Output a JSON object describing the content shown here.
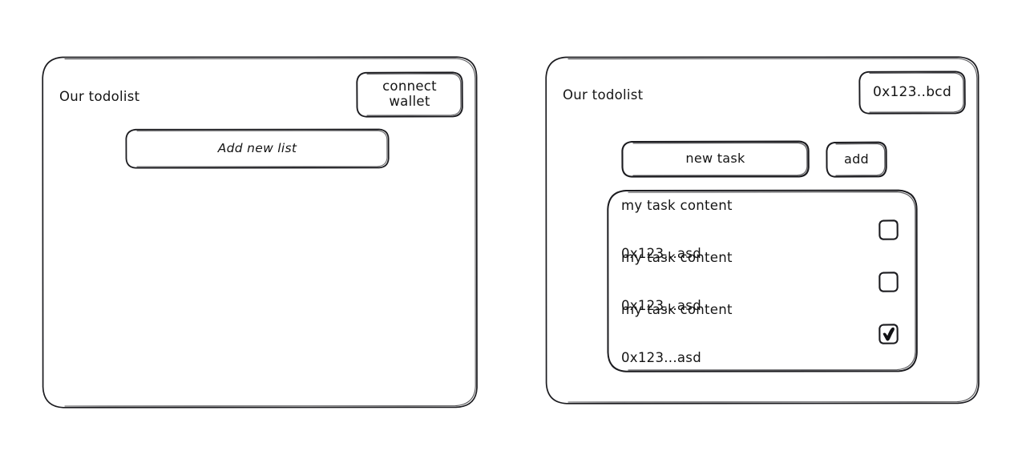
{
  "page": {
    "background": "#ffffff",
    "stroke_color": "#1b1b1f",
    "style": "hand-drawn wireframe sketch"
  },
  "screens": [
    {
      "id": "disconnected",
      "title": "Our todolist",
      "wallet_button_label": "connect\nwallet",
      "primary_action_label": "Add new list"
    },
    {
      "id": "connected",
      "title": "Our todolist",
      "wallet_button_label": "0x123..bcd",
      "new_task_placeholder": "new task",
      "add_button_label": "add",
      "tasks": [
        {
          "content": "my task content",
          "owner": "0x123...asd",
          "done": false
        },
        {
          "content": "my task content",
          "owner": "0x123...asd",
          "done": false
        },
        {
          "content": "my task content",
          "owner": "0x123...asd",
          "done": true
        }
      ]
    }
  ],
  "icons": {
    "checkbox_unchecked": "checkbox-empty-icon",
    "checkbox_checked": "checkbox-checked-icon"
  }
}
